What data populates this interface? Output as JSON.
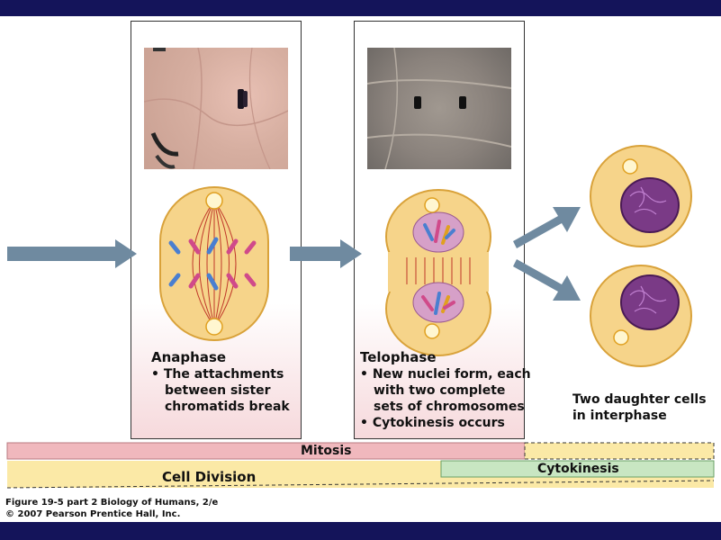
{
  "anaphase": {
    "title": "Anaphase",
    "bullet_lines": [
      "• The attachments",
      "between sister",
      "chromatids break"
    ]
  },
  "telophase": {
    "title": "Telophase",
    "bullet_lines": [
      "• New nuclei form, each",
      "with two complete",
      "sets of chromosomes",
      "• Cytokinesis occurs"
    ]
  },
  "daughter_cells": {
    "caption_lines": [
      "Two daughter cells",
      "in interphase"
    ]
  },
  "bars": {
    "mitosis": "Mitosis",
    "cell_division": "Cell Division",
    "cytokinesis": "Cytokinesis"
  },
  "figure": {
    "caption_line1": "Figure 19-5 part 2  Biology of Humans, 2/e",
    "caption_line2": "© 2007 Pearson Prentice Hall, Inc."
  },
  "colors": {
    "frame": "#14145a",
    "arrow": "#6f8aa0",
    "cell_fill": "#f6d48a",
    "cell_edge": "#d9a23a",
    "nucleus": "#7a3a86",
    "mitosis_bar": "#f0b8bd",
    "division_bar": "#fbe9a6",
    "cytokinesis_bar": "#a9d5a4"
  }
}
